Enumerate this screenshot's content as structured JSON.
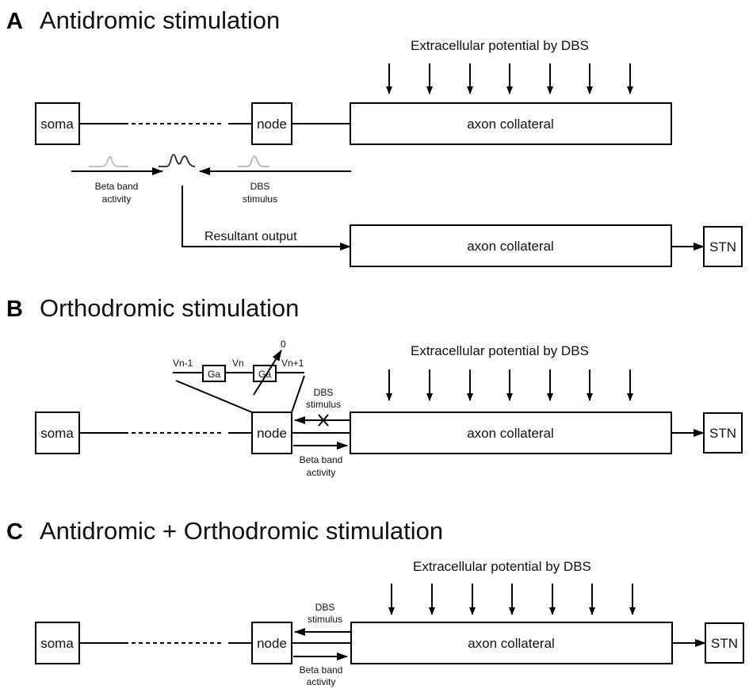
{
  "panels": {
    "A": {
      "letter": "A",
      "title": "Antidromic stimulation",
      "soma": "soma",
      "node": "node",
      "axon": "axon collateral",
      "axon_output": "axon collateral",
      "stn": "STN",
      "dbs_caption": "Extracellular potential by DBS",
      "beta_label_1": "Beta band",
      "beta_label_2": "activity",
      "dbs_stim_1": "DBS",
      "dbs_stim_2": "stimulus",
      "resultant": "Resultant output"
    },
    "B": {
      "letter": "B",
      "title": "Orthodromic stimulation",
      "soma": "soma",
      "node": "node",
      "axon": "axon collateral",
      "stn": "STN",
      "dbs_caption": "Extracellular potential by DBS",
      "dbs_stim_1": "DBS",
      "dbs_stim_2": "stimulus",
      "beta_label_1": "Beta band",
      "beta_label_2": "activity",
      "vn_minus": "Vn-1",
      "vn": "Vn",
      "vn_plus": "Vn+1",
      "ga1": "Ga",
      "ga2": "Ga",
      "zero": "0"
    },
    "C": {
      "letter": "C",
      "title": "Antidromic + Orthodromic stimulation",
      "soma": "soma",
      "node": "node",
      "axon": "axon collateral",
      "stn": "STN",
      "dbs_caption": "Extracellular potential by DBS",
      "dbs_stim_1": "DBS",
      "dbs_stim_2": "stimulus",
      "beta_label_1": "Beta band",
      "beta_label_2": "activity"
    }
  }
}
